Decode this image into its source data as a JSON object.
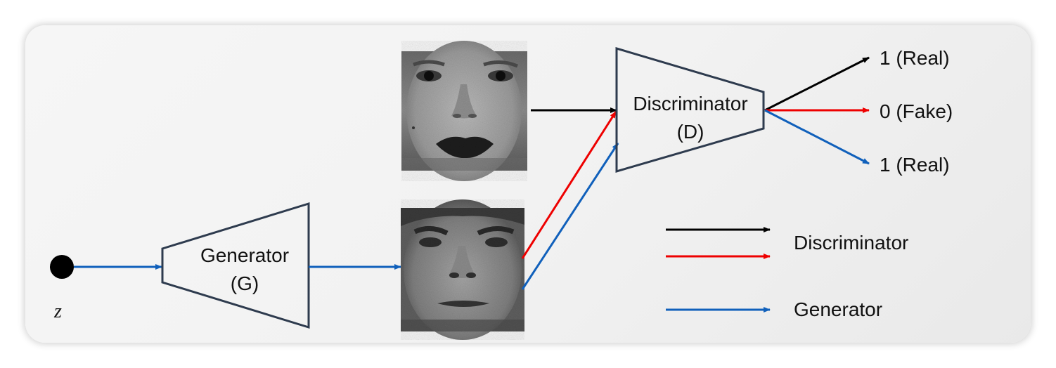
{
  "input": {
    "label": "z"
  },
  "generator": {
    "line1": "Generator",
    "line2": "(G)"
  },
  "discriminator": {
    "line1": "Discriminator",
    "line2": "(D)"
  },
  "outputs": {
    "real_top": "1 (Real)",
    "fake": "0 (Fake)",
    "real_bottom": "1 (Real)"
  },
  "legend": {
    "discriminator": "Discriminator",
    "generator": "Generator"
  },
  "colors": {
    "real_path": "#000000",
    "fake_path": "#ee0000",
    "generator_path": "#1060bb",
    "outline": "#2e3b4e"
  },
  "images": {
    "real_face": "real-face-photo",
    "fake_face": "generated-face-photo"
  }
}
